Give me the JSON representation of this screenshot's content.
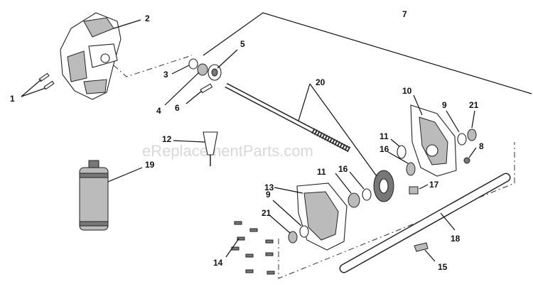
{
  "watermark": "eReplacementParts.com",
  "callouts": [
    "1",
    "2",
    "3",
    "4",
    "5",
    "6",
    "7",
    "8",
    "9",
    "9",
    "10",
    "11",
    "11",
    "12",
    "13",
    "14",
    "15",
    "16",
    "16",
    "17",
    "18",
    "19",
    "20",
    "21",
    "21"
  ]
}
